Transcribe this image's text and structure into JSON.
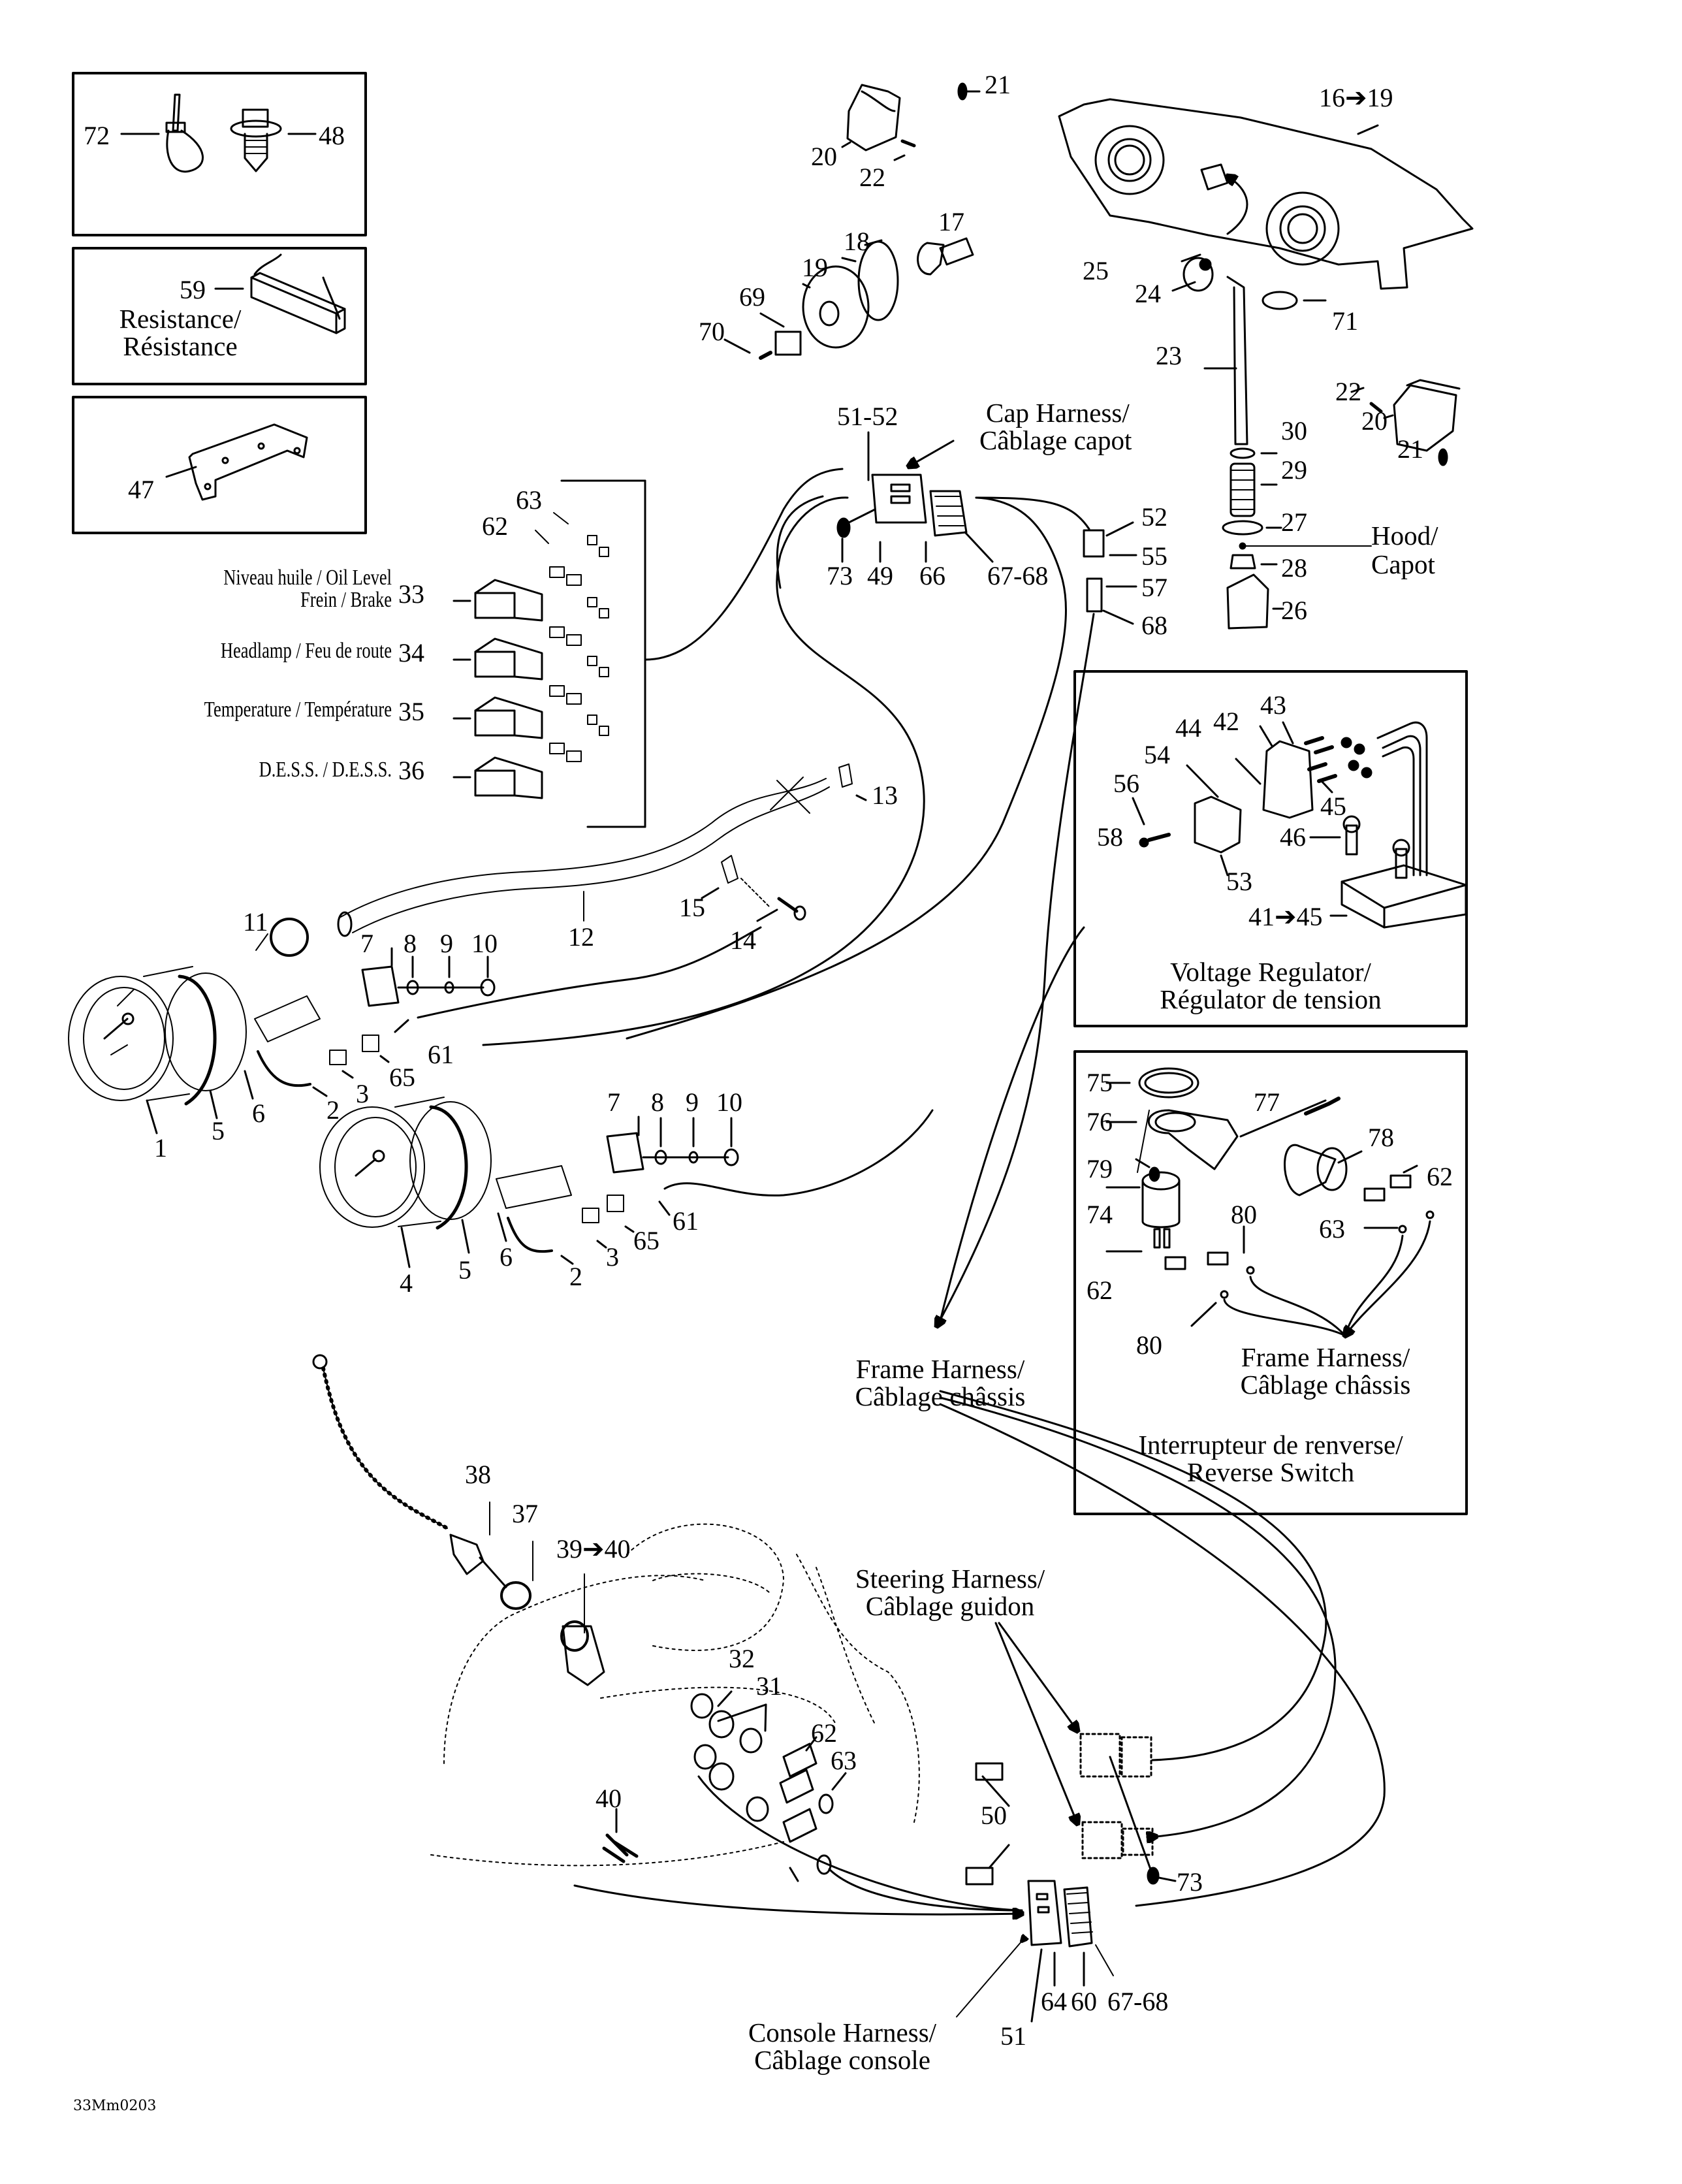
{
  "diagram": {
    "figure_code": "33Mm0203",
    "insets": {
      "fasteners": {
        "labels": [
          "72",
          "48"
        ]
      },
      "resistance": {
        "part": "59",
        "caption_line1": "Resistance/",
        "caption_line2": "Résistance"
      },
      "bracket": {
        "part": "47"
      }
    },
    "indicator_lights": {
      "connector_labels": [
        "63",
        "62"
      ],
      "items": [
        {
          "part": "33",
          "text_line1": "Niveau huile / Oil Level",
          "text_line2": "Frein / Brake"
        },
        {
          "part": "34",
          "text_line1": "Headlamp / Feu de route"
        },
        {
          "part": "35",
          "text_line1": "Temperature / Température"
        },
        {
          "part": "36",
          "text_line1": "D.E.S.S. / D.E.S.S."
        }
      ]
    },
    "headlamp": {
      "assembly_label": "16➔19",
      "parts": [
        "17",
        "18",
        "19",
        "69",
        "70",
        "20",
        "21",
        "22",
        "25",
        "24",
        "23",
        "71",
        "30",
        "29",
        "27",
        "28",
        "26"
      ],
      "right_bracket": [
        "22",
        "20",
        "21"
      ],
      "hood_caption_line1": "Hood/",
      "hood_caption_line2": "Capot"
    },
    "cap_harness": {
      "caption_line1": "Cap Harness/",
      "caption_line2": "Câblage capot",
      "top_label": "51-52",
      "bottom_labels": [
        "73",
        "49",
        "66",
        "67-68"
      ],
      "side_labels": [
        "52",
        "55",
        "57",
        "68"
      ]
    },
    "gauges": {
      "upper": [
        "11",
        "7",
        "8",
        "9",
        "10",
        "12",
        "61",
        "65",
        "3",
        "2",
        "1",
        "5",
        "6"
      ],
      "lower": [
        "7",
        "8",
        "9",
        "10",
        "61",
        "65",
        "3",
        "2",
        "4",
        "5",
        "6"
      ],
      "cable": [
        "13",
        "15",
        "14"
      ]
    },
    "voltage_regulator": {
      "labels": [
        "43",
        "44",
        "42",
        "54",
        "56",
        "58",
        "53",
        "45",
        "46",
        "41➔45"
      ],
      "caption_line1": "Voltage Regulator/",
      "caption_line2": "Régulator de tension"
    },
    "reverse_switch": {
      "labels": [
        "75",
        "77",
        "76",
        "78",
        "79",
        "62",
        "74",
        "80",
        "63",
        "62",
        "80"
      ],
      "harness_line1": "Frame Harness/",
      "harness_line2": "Câblage châssis",
      "caption_line1": "Interrupteur de renverse/",
      "caption_line2": "Reverse Switch"
    },
    "frame_harness": {
      "caption_line1": "Frame Harness/",
      "caption_line2": "Câblage châssis"
    },
    "console": {
      "labels": [
        "38",
        "37",
        "39➔40",
        "32",
        "31",
        "62",
        "63",
        "40",
        "50"
      ],
      "steering_line1": "Steering Harness/",
      "steering_line2": "Câblage guidon",
      "connector_labels": [
        "73",
        "51",
        "64",
        "60",
        "67-68"
      ],
      "console_line1": "Console Harness/",
      "console_line2": "Câblage console"
    }
  }
}
